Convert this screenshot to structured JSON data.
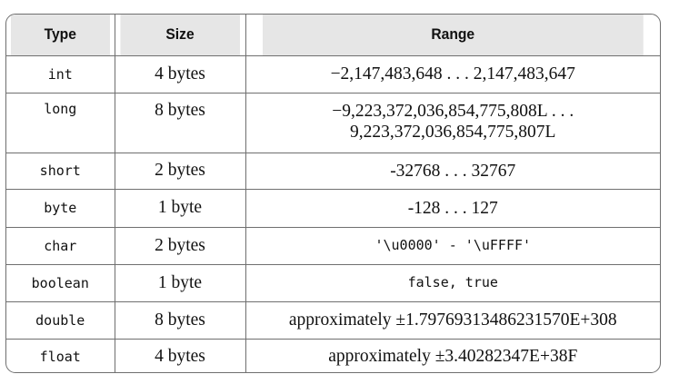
{
  "header": {
    "type": "Type",
    "size": "Size",
    "range": "Range"
  },
  "rows": [
    {
      "type": "int",
      "size": "4 bytes",
      "range": [
        "−2,147,483,648 . . . 2,147,483,647"
      ],
      "range_mono": false
    },
    {
      "type": "long",
      "size": "8 bytes",
      "range": [
        "−9,223,372,036,854,775,808L . . .",
        "9,223,372,036,854,775,807L"
      ],
      "range_mono": false
    },
    {
      "type": "short",
      "size": "2 bytes",
      "range": [
        "-32768 . . . 32767"
      ],
      "range_mono": false
    },
    {
      "type": "byte",
      "size": "1 byte",
      "range": [
        "-128 . . . 127"
      ],
      "range_mono": false
    },
    {
      "type": "char",
      "size": "2 bytes",
      "range": [
        "'\\u0000' - '\\uFFFF'"
      ],
      "range_mono": true
    },
    {
      "type": "boolean",
      "size": "1 byte",
      "range": [
        "false, true"
      ],
      "range_mono": true
    },
    {
      "type": "double",
      "size": "8 bytes",
      "range": [
        "approximately ±1.79769313486231570E+308"
      ],
      "range_mono": false
    },
    {
      "type": "float",
      "size": "4 bytes",
      "range": [
        "approximately ±3.40282347E+38F"
      ],
      "range_mono": false
    }
  ]
}
